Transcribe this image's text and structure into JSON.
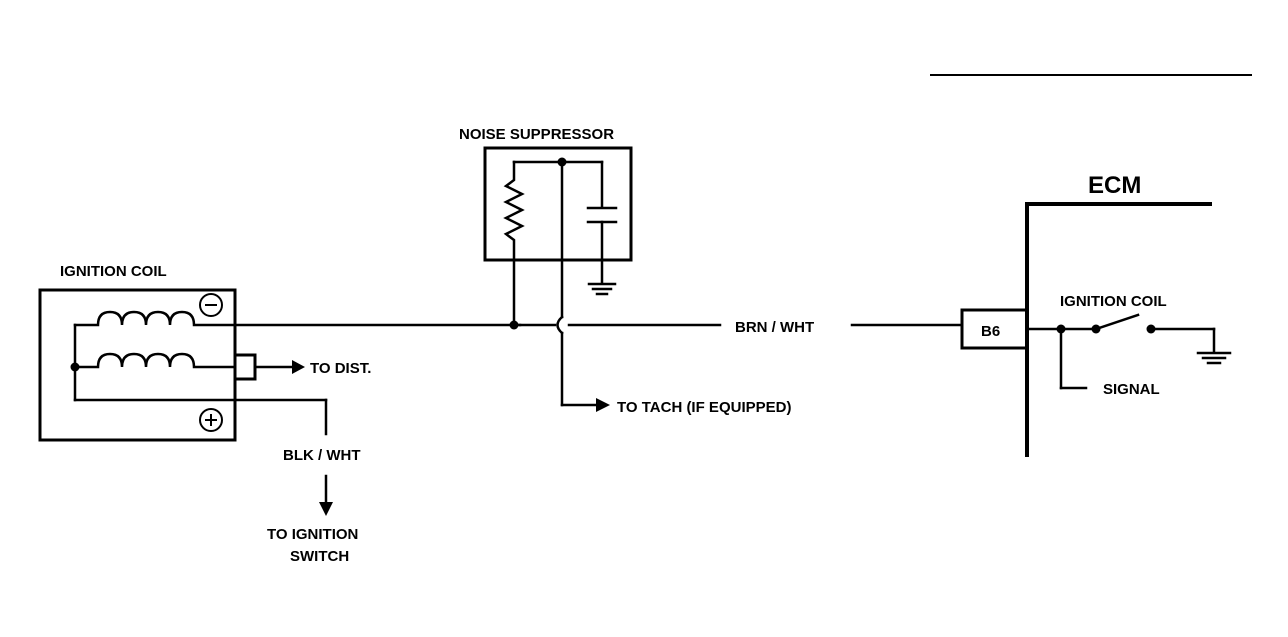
{
  "labels": {
    "noise_suppressor": "NOISE SUPPRESSOR",
    "ignition_coil": "IGNITION COIL",
    "minus_symbol": "⊖",
    "plus_symbol": "⊕",
    "to_dist": "TO DIST.",
    "to_tach": "TO TACH (IF EQUIPPED)",
    "brn_wht": "BRN / WHT",
    "blk_wht": "BLK / WHT",
    "to_ignition_line1": "TO IGNITION",
    "to_ignition_line2": "SWITCH",
    "ecm": "ECM",
    "ecm_terminal": "B6",
    "ecm_ignition_coil": "IGNITION COIL",
    "signal": "SIGNAL"
  }
}
